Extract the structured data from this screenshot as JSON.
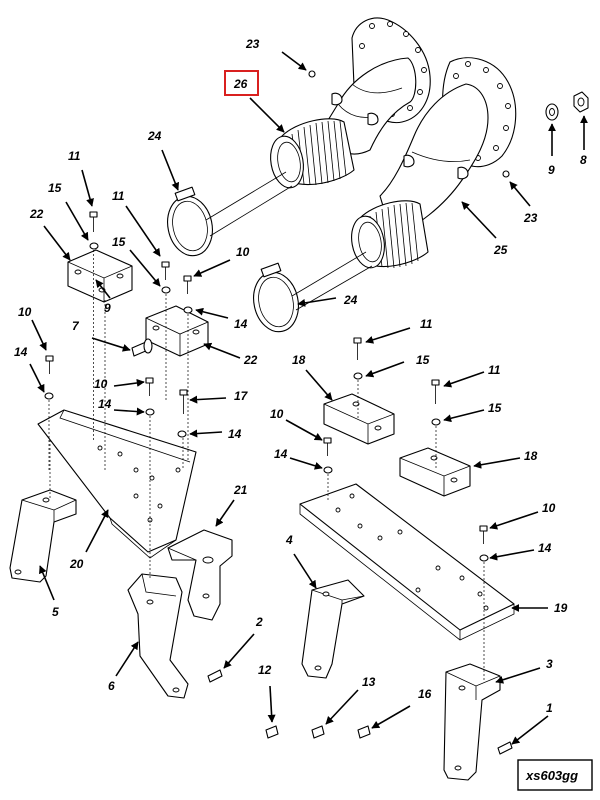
{
  "diagram": {
    "highlight_color": "#d9201f",
    "reference_code": "xs603gg",
    "highlighted_callout": "26",
    "callouts": [
      {
        "id": "c23a",
        "label": "23"
      },
      {
        "id": "c26",
        "label": "26"
      },
      {
        "id": "c24a",
        "label": "24"
      },
      {
        "id": "c9a",
        "label": "9"
      },
      {
        "id": "c8",
        "label": "8"
      },
      {
        "id": "c23b",
        "label": "23"
      },
      {
        "id": "c25",
        "label": "25"
      },
      {
        "id": "c24b",
        "label": "24"
      },
      {
        "id": "c11a",
        "label": "11"
      },
      {
        "id": "c15a",
        "label": "15"
      },
      {
        "id": "c22a",
        "label": "22"
      },
      {
        "id": "c11b",
        "label": "11"
      },
      {
        "id": "c15b",
        "label": "15"
      },
      {
        "id": "c10a",
        "label": "10"
      },
      {
        "id": "c9b",
        "label": "9"
      },
      {
        "id": "c14a",
        "label": "14"
      },
      {
        "id": "c7",
        "label": "7"
      },
      {
        "id": "c22b",
        "label": "22"
      },
      {
        "id": "c10b",
        "label": "10"
      },
      {
        "id": "c14b",
        "label": "14"
      },
      {
        "id": "c10c",
        "label": "10"
      },
      {
        "id": "c17",
        "label": "17"
      },
      {
        "id": "c14c",
        "label": "14"
      },
      {
        "id": "c14d",
        "label": "14"
      },
      {
        "id": "c20",
        "label": "20"
      },
      {
        "id": "c21",
        "label": "21"
      },
      {
        "id": "c5",
        "label": "5"
      },
      {
        "id": "c6",
        "label": "6"
      },
      {
        "id": "c2",
        "label": "2"
      },
      {
        "id": "c11c",
        "label": "11"
      },
      {
        "id": "c15c",
        "label": "15"
      },
      {
        "id": "c18a",
        "label": "18"
      },
      {
        "id": "c11d",
        "label": "11"
      },
      {
        "id": "c10d",
        "label": "10"
      },
      {
        "id": "c15d",
        "label": "15"
      },
      {
        "id": "c14e",
        "label": "14"
      },
      {
        "id": "c18b",
        "label": "18"
      },
      {
        "id": "c4",
        "label": "4"
      },
      {
        "id": "c10e",
        "label": "10"
      },
      {
        "id": "c14f",
        "label": "14"
      },
      {
        "id": "c19",
        "label": "19"
      },
      {
        "id": "c3",
        "label": "3"
      },
      {
        "id": "c12",
        "label": "12"
      },
      {
        "id": "c13",
        "label": "13"
      },
      {
        "id": "c16",
        "label": "16"
      },
      {
        "id": "c1",
        "label": "1"
      }
    ]
  }
}
